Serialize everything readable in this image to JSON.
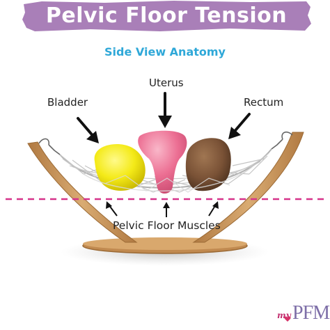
{
  "title": "Pelvic Floor Tension",
  "subtitle": "Side View Anatomy",
  "labels": {
    "bladder": "Bladder",
    "uterus": "Uterus",
    "rectum": "Rectum",
    "muscles": "Pelvic Floor Muscles"
  },
  "logo": {
    "prefix": "my",
    "name": "PFM"
  },
  "colors": {
    "banner": "#a97fb8",
    "subtitle": "#2fa8d8",
    "bladder": "#f4ea18",
    "uterus": "#ec6f93",
    "rectum": "#7a5236",
    "hammock_wood": "#c9955c",
    "dashed_line": "#d6338a"
  },
  "icons": [
    "arrow-icon",
    "heart-icon"
  ]
}
